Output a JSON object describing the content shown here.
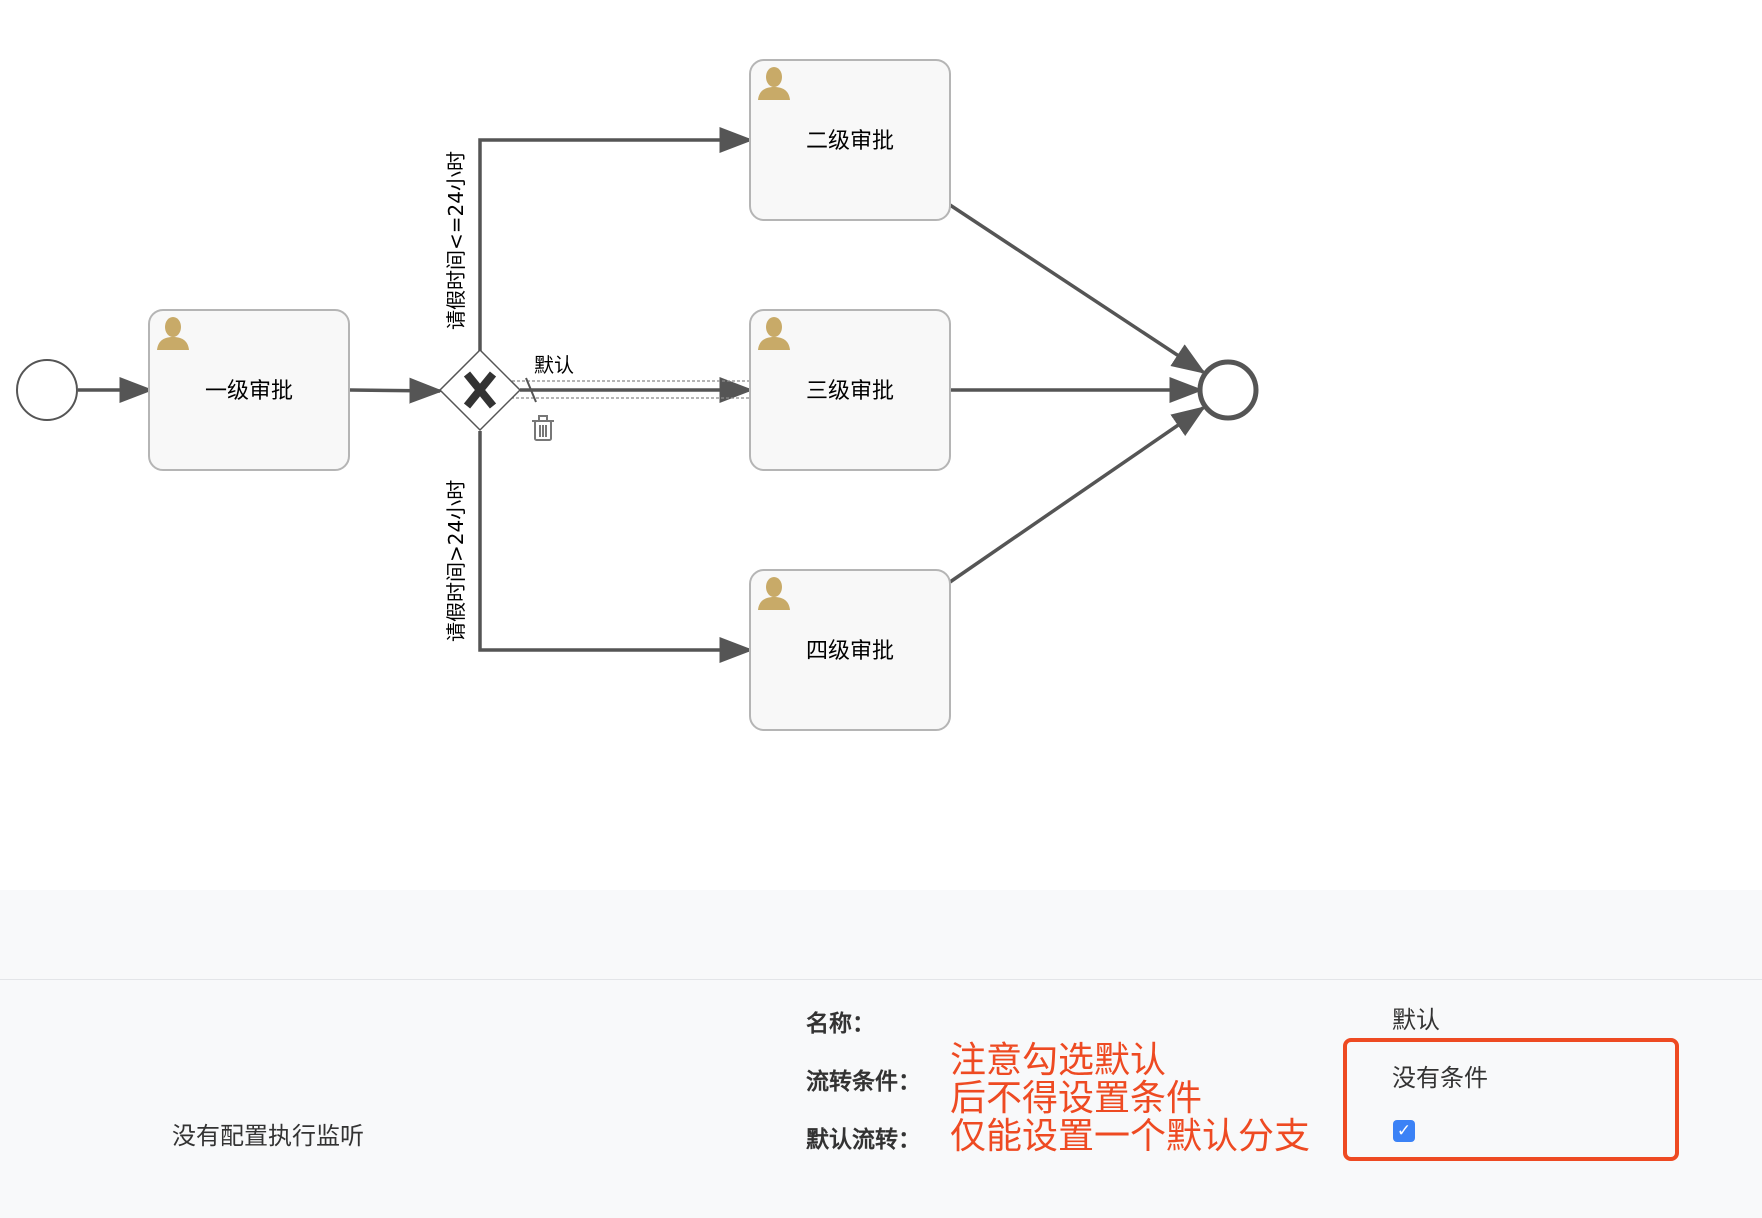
{
  "diagram": {
    "tasks": {
      "level1": "一级审批",
      "level2": "二级审批",
      "level3": "三级审批",
      "level4": "四级审批"
    },
    "flows": {
      "upper_condition": "请假时间<=24小时",
      "lower_condition": "请假时间>24小时",
      "default_flow": "默认"
    },
    "icons": {
      "task_user": "user-icon",
      "gateway": "exclusive-gateway-x",
      "delete": "trash-icon"
    },
    "colors": {
      "task_fill": "#f8f8f8",
      "task_border": "#b5b5b5",
      "line": "#555555",
      "user_icon": "#c8aa68"
    }
  },
  "panel": {
    "listener_text": "没有配置执行监听",
    "labels": {
      "name": "名称：",
      "condition": "流转条件：",
      "default_flow": "默认流转："
    },
    "values": {
      "name": "默认",
      "condition": "没有条件",
      "default_checked": true
    },
    "annotation": {
      "line1": "注意勾选默认",
      "line2": "后不得设置条件",
      "line3": "仅能设置一个默认分支"
    },
    "colors": {
      "annotation": "#ee4a22",
      "checkbox": "#3b82f6"
    }
  }
}
